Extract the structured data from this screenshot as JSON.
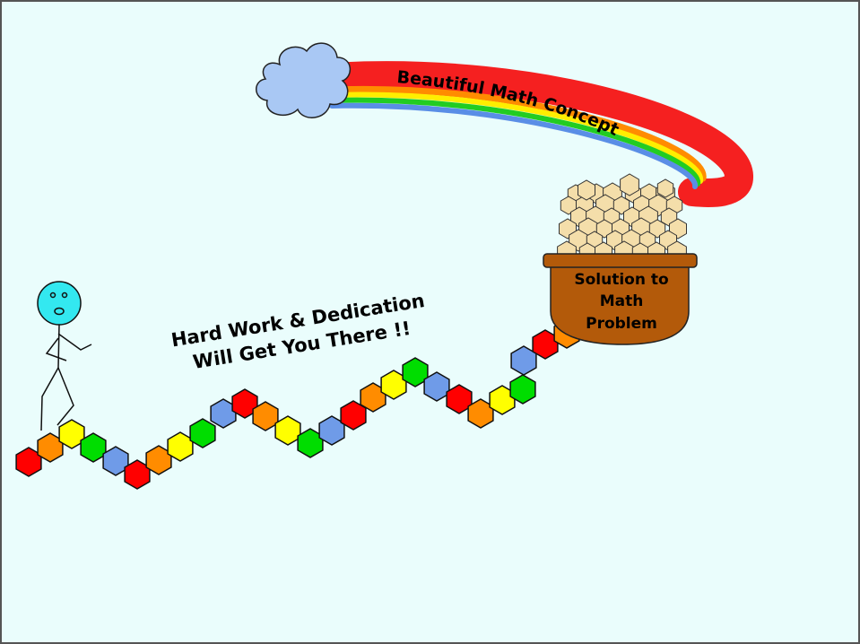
{
  "rainbow_label": "Beautiful Math Concept",
  "pot_label": {
    "line1": "Solution to",
    "line2": "Math",
    "line3": "Problem"
  },
  "caption": {
    "line1": "Hard Work & Dedication",
    "line2": "Will Get You There !!"
  },
  "colors": {
    "background": "#eafdfc",
    "hex_palette": [
      "#ff0000",
      "#ff8c00",
      "#ffff00",
      "#00dd00",
      "#6f9be8"
    ],
    "pot": "#b35a0a",
    "nuggets": "#f4deaa",
    "cloud": "#a9c8f4",
    "face": "#33e8f0"
  }
}
